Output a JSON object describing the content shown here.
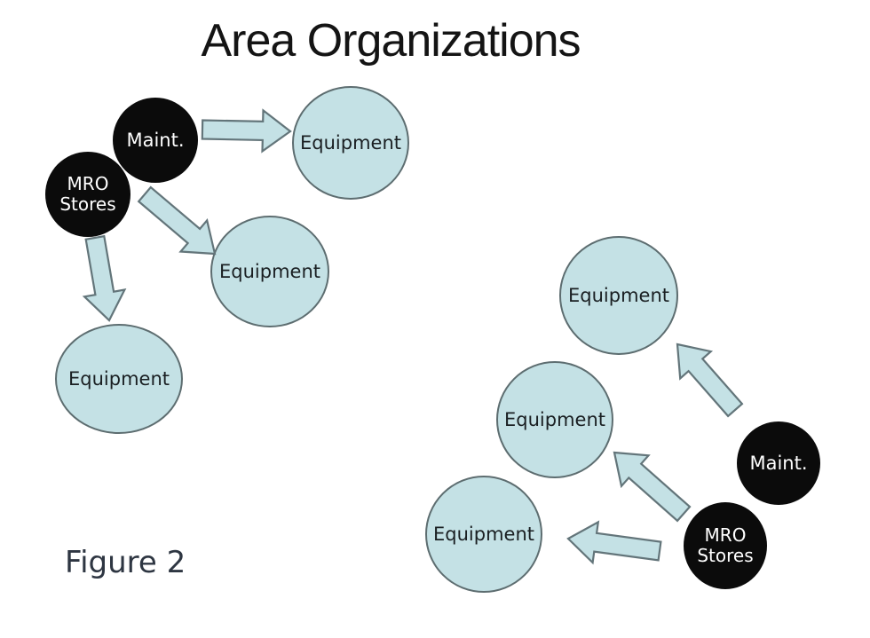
{
  "title": "Area Organizations",
  "figure_label": "Figure 2",
  "colors": {
    "background": "#ffffff",
    "equipment_fill": "#c4e1e5",
    "equipment_stroke": "#5d6d70",
    "black_node_fill": "#0b0b0b",
    "black_node_text": "#ffffff",
    "arrow_fill": "#c4e1e5",
    "arrow_stroke": "#63757a",
    "title_color": "#141414",
    "figure_label_color": "#2e3642"
  },
  "left_cluster": {
    "maint_label": "Maint.",
    "mro_line1": "MRO",
    "mro_line2": "Stores",
    "equipment_top_label": "Equipment",
    "equipment_middle_label": "Equipment",
    "equipment_bottom_label": "Equipment"
  },
  "right_cluster": {
    "maint_label": "Maint.",
    "mro_line1": "MRO",
    "mro_line2": "Stores",
    "equipment_top_label": "Equipment",
    "equipment_middle_label": "Equipment",
    "equipment_bottom_label": "Equipment"
  },
  "edges": [
    {
      "from": "maint-left",
      "to": "equipment-left-top"
    },
    {
      "from": "maint-left",
      "to": "equipment-left-middle"
    },
    {
      "from": "mro-stores-left",
      "to": "equipment-left-bottom"
    },
    {
      "from": "maint-right",
      "to": "equipment-right-top"
    },
    {
      "from": "mro-stores-right",
      "to": "equipment-right-middle"
    },
    {
      "from": "mro-stores-right",
      "to": "equipment-right-bottom"
    }
  ]
}
